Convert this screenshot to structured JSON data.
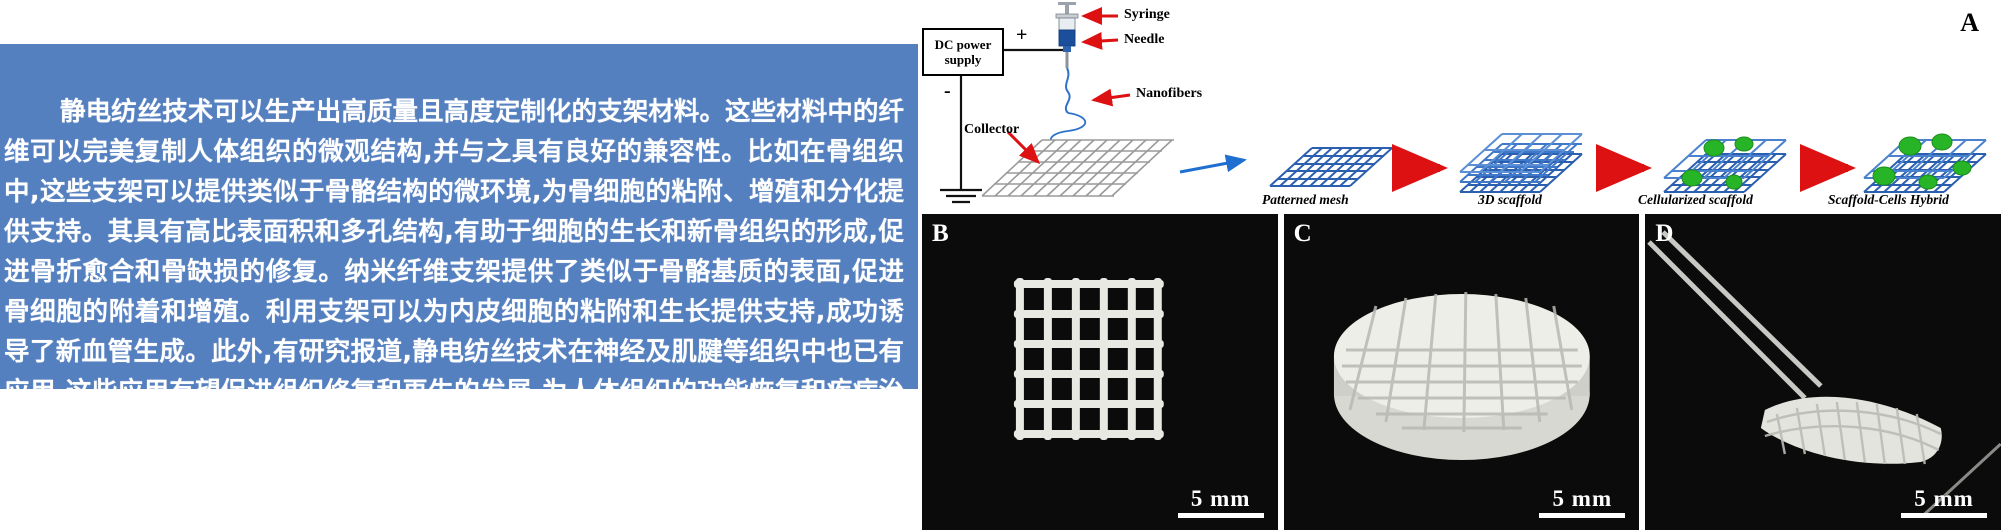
{
  "blue_panel": {
    "background_color": "#5580c0",
    "text_color": "#ffffff",
    "paragraph": "静电纺丝技术可以生产出高质量且高度定制化的支架材料。这些材料中的纤维可以完美复制人体组织的微观结构,并与之具有良好的兼容性。比如在骨组织中,这些支架可以提供类似于骨骼结构的微环境,为骨细胞的粘附、增殖和分化提供支持。其具有高比表面积和多孔结构,有助于细胞的生长和新骨组织的形成,促进骨折愈合和骨缺损的修复。纳米纤维支架提供了类似于骨骼基质的表面,促进骨细胞的附着和增殖。利用支架可以为内皮细胞的粘附和生长提供支持,成功诱导了新血管生成。此外,有研究报道,静电纺丝技术在神经及肌腱等组织中也已有应用,这些应用有望促进组织修复和再生的发展,为人体组织的功能恢复和疾病治疗提供新的解决方案。"
  },
  "figure": {
    "panel_a": {
      "letter": "A",
      "dc_power_supply_line1": "DC power",
      "dc_power_supply_line2": "supply",
      "plus_terminal": "+",
      "minus_terminal": "-",
      "callouts": [
        {
          "name": "syringe",
          "label": "Syringe"
        },
        {
          "name": "needle",
          "label": "Needle"
        },
        {
          "name": "nanofibers",
          "label": "Nanofibers"
        },
        {
          "name": "collector",
          "label": "Collector"
        }
      ],
      "stage_captions": [
        "Patterned mesh",
        "3D scaffold",
        "Cellularized scaffold",
        "Scaffold-Cells Hybrid"
      ],
      "arrow_color": "#dd1111",
      "mesh_color": "#2b5fb0",
      "cell_color": "#22b822"
    },
    "photos": [
      {
        "letter": "B",
        "scale_label": "5 mm"
      },
      {
        "letter": "C",
        "scale_label": "5 mm"
      },
      {
        "letter": "D",
        "scale_label": "5 mm"
      }
    ]
  }
}
